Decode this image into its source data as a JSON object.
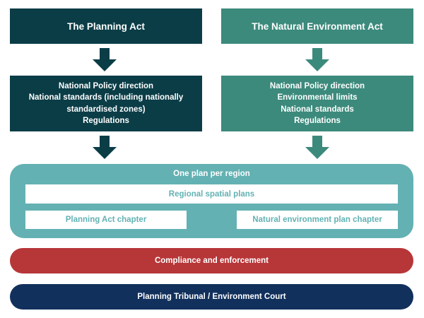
{
  "colors": {
    "planning_dark": "#0b3d47",
    "environment_teal": "#3c8a7c",
    "plan_container": "#63b1b3",
    "compliance_red": "#b73638",
    "court_navy": "#11305c"
  },
  "planning_act": {
    "title": "The Planning Act",
    "details": [
      "National Policy direction",
      "National standards (including nationally",
      "standardised zones)",
      "Regulations"
    ]
  },
  "natural_environment_act": {
    "title": "The Natural Environment Act",
    "details": [
      "National Policy direction",
      "Environmental limits",
      "National standards",
      "Regulations"
    ]
  },
  "regional_plan": {
    "title": "One plan per region",
    "spatial": "Regional spatial plans",
    "chapters": [
      "Planning Act chapter",
      "Natural environment plan chapter"
    ]
  },
  "compliance": "Compliance and enforcement",
  "court": "Planning Tribunal / Environment Court"
}
